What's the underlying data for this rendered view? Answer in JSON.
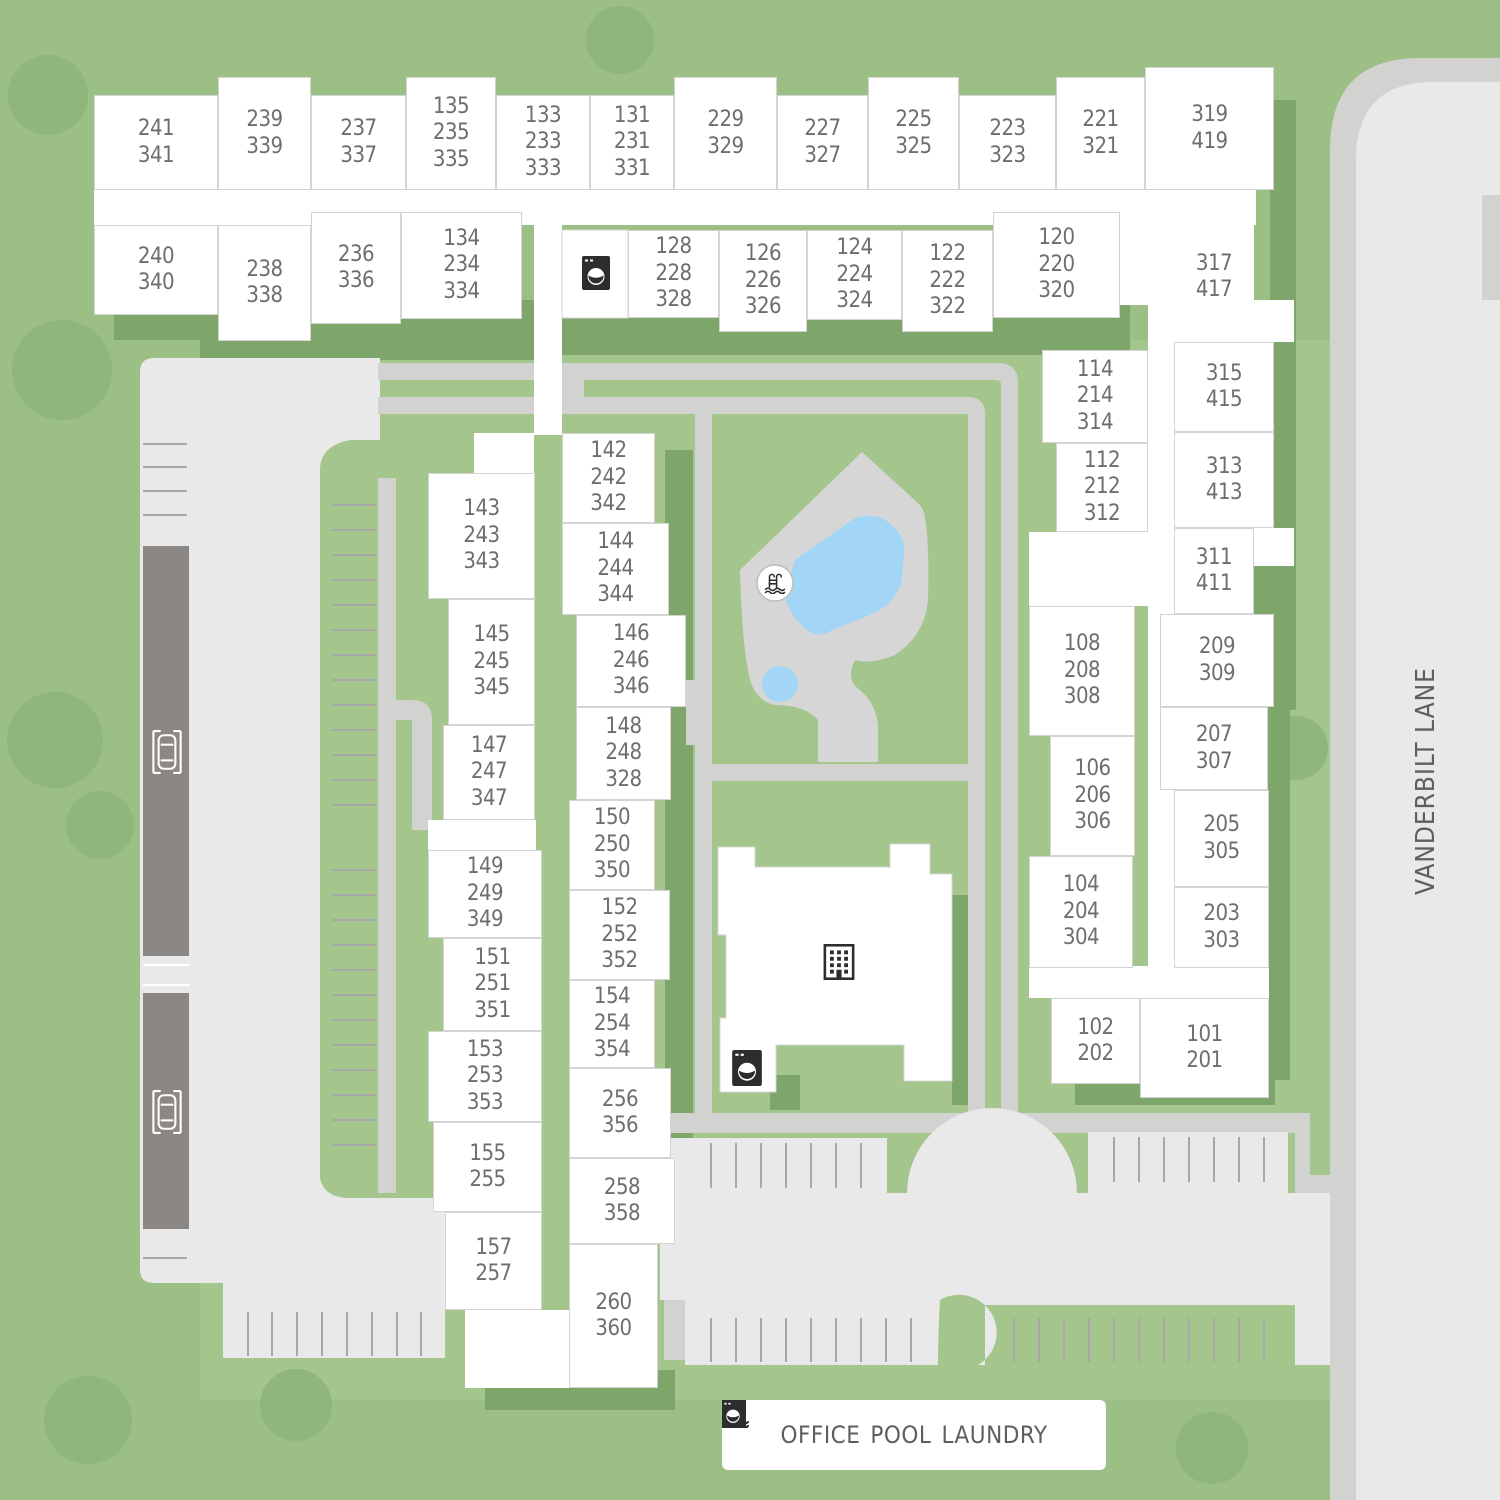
{
  "units": [
    {
      "id": "u01",
      "label": "241\n341"
    },
    {
      "id": "u02",
      "label": "239\n339"
    },
    {
      "id": "u03",
      "label": "237\n337"
    },
    {
      "id": "u04",
      "label": "135\n235\n335"
    },
    {
      "id": "u05",
      "label": "133\n233\n333"
    },
    {
      "id": "u06",
      "label": "131\n231\n331"
    },
    {
      "id": "u07",
      "label": "229\n329"
    },
    {
      "id": "u08",
      "label": "227\n327"
    },
    {
      "id": "u09",
      "label": "225\n325"
    },
    {
      "id": "u10",
      "label": "223\n323"
    },
    {
      "id": "u11",
      "label": "221\n321"
    },
    {
      "id": "u12",
      "label": "319\n419"
    },
    {
      "id": "u13",
      "label": "240\n340"
    },
    {
      "id": "u14",
      "label": "238\n338"
    },
    {
      "id": "u15",
      "label": "236\n336"
    },
    {
      "id": "u16",
      "label": "134\n234\n334"
    },
    {
      "id": "u17",
      "label": "128\n228\n328"
    },
    {
      "id": "u18",
      "label": "126\n226\n326"
    },
    {
      "id": "u19",
      "label": "124\n224\n324"
    },
    {
      "id": "u20",
      "label": "122\n222\n322"
    },
    {
      "id": "u21",
      "label": "120\n220\n320"
    },
    {
      "id": "u22",
      "label": "317\n417"
    },
    {
      "id": "u23",
      "label": "315\n415"
    },
    {
      "id": "u24",
      "label": "313\n413"
    },
    {
      "id": "u25",
      "label": "311\n411"
    },
    {
      "id": "u26",
      "label": "209\n309"
    },
    {
      "id": "u27",
      "label": "207\n307"
    },
    {
      "id": "u28",
      "label": "205\n305"
    },
    {
      "id": "u29",
      "label": "203\n303"
    },
    {
      "id": "u30",
      "label": "101\n201"
    },
    {
      "id": "u31",
      "label": "102\n202"
    },
    {
      "id": "u32",
      "label": "114\n214\n314"
    },
    {
      "id": "u33",
      "label": "112\n212\n312"
    },
    {
      "id": "u34",
      "label": "108\n208\n308"
    },
    {
      "id": "u35",
      "label": "106\n206\n306"
    },
    {
      "id": "u36",
      "label": "104\n204\n304"
    },
    {
      "id": "u37",
      "label": "143\n243\n343"
    },
    {
      "id": "u38",
      "label": "145\n245\n345"
    },
    {
      "id": "u39",
      "label": "147\n247\n347"
    },
    {
      "id": "u40",
      "label": "149\n249\n349"
    },
    {
      "id": "u41",
      "label": "151\n251\n351"
    },
    {
      "id": "u42",
      "label": "153\n253\n353"
    },
    {
      "id": "u43",
      "label": "155\n255"
    },
    {
      "id": "u44",
      "label": "157\n257"
    },
    {
      "id": "u45",
      "label": "142\n242\n342"
    },
    {
      "id": "u46",
      "label": "144\n244\n344"
    },
    {
      "id": "u47",
      "label": "146\n246\n346"
    },
    {
      "id": "u48",
      "label": "148\n248\n328"
    },
    {
      "id": "u49",
      "label": "150\n250\n350"
    },
    {
      "id": "u50",
      "label": "152\n252\n352"
    },
    {
      "id": "u51",
      "label": "154\n254\n354"
    },
    {
      "id": "u52",
      "label": "256\n356"
    },
    {
      "id": "u53",
      "label": "258\n358"
    },
    {
      "id": "u54",
      "label": "260\n360"
    }
  ],
  "street_name": "VANDERBILT LANE",
  "legend": {
    "office": {
      "label": "OFFICE",
      "icon": "office-building-icon"
    },
    "pool": {
      "label": "POOL",
      "icon": "pool-ladder-icon"
    },
    "laundry": {
      "label": "LAUNDRY",
      "icon": "washing-machine-icon"
    }
  },
  "colors": {
    "lawn": "#9bbf85",
    "lawn_light": "#a4c68d",
    "tree": "#8fb77b",
    "shadow": "#7ea56a",
    "pavement": "#e8e9e8",
    "walkway": "#d2d3d1",
    "parking_block": "#8a8784",
    "building": "#ffffff",
    "pool_water": "#a3d5f6",
    "pool_deck": "#d6d6d6",
    "text": "#6e6e6e"
  }
}
